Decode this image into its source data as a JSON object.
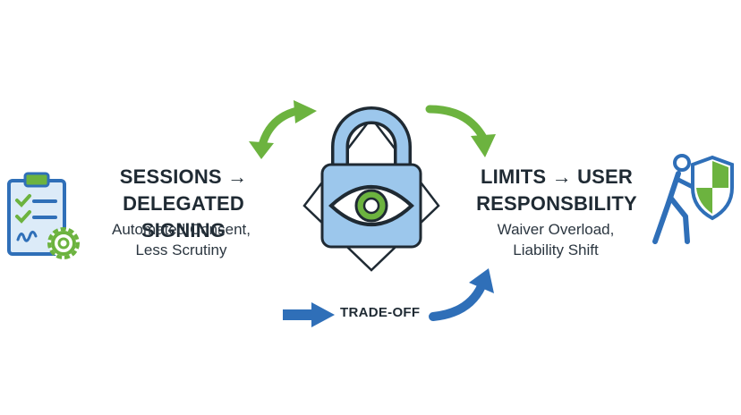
{
  "left": {
    "title_line1": "SESSIONS →",
    "title_line2": "DELEGATED SIGNING",
    "sub_line1": "Automated Consent,",
    "sub_line2": "Less Scrutiny"
  },
  "right": {
    "title_line1": "LIMITS → USER",
    "title_line2": "RESPONSBILITY",
    "sub_line1": "Waiver Overload,",
    "sub_line2": "Liability Shift"
  },
  "center": {
    "tradeoff_label": "TRADE-OFF"
  },
  "icons": {
    "left": "clipboard-checklist-gear-icon",
    "center": "padlock-eye-icon",
    "right": "person-pushing-shield-icon"
  },
  "colors": {
    "green": "#6cb33f",
    "blue": "#2f6fb8",
    "lock_fill": "#9cc7ec",
    "dark": "#1f2a33"
  }
}
